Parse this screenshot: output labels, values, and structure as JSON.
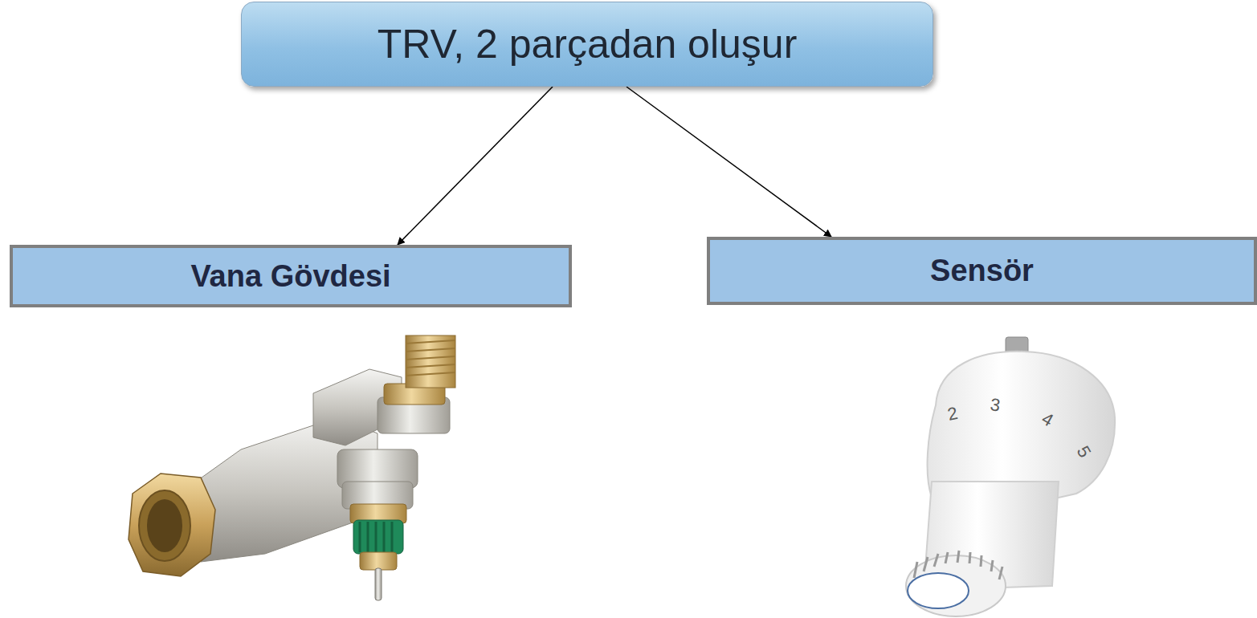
{
  "diagram": {
    "nodes": [
      {
        "text": [
          "TRV, 2 parçadan oluşur"
        ]
      },
      {
        "text": [
          "Vana Gövdesi"
        ]
      },
      {
        "text": [
          "Sensör"
        ]
      }
    ],
    "edges": [
      {
        "from": 0,
        "to": 1,
        "arrow": "to"
      },
      {
        "from": 0,
        "to": 2,
        "arrow": "to"
      }
    ],
    "labels": [
      "2",
      "3",
      "4",
      "5"
    ]
  }
}
